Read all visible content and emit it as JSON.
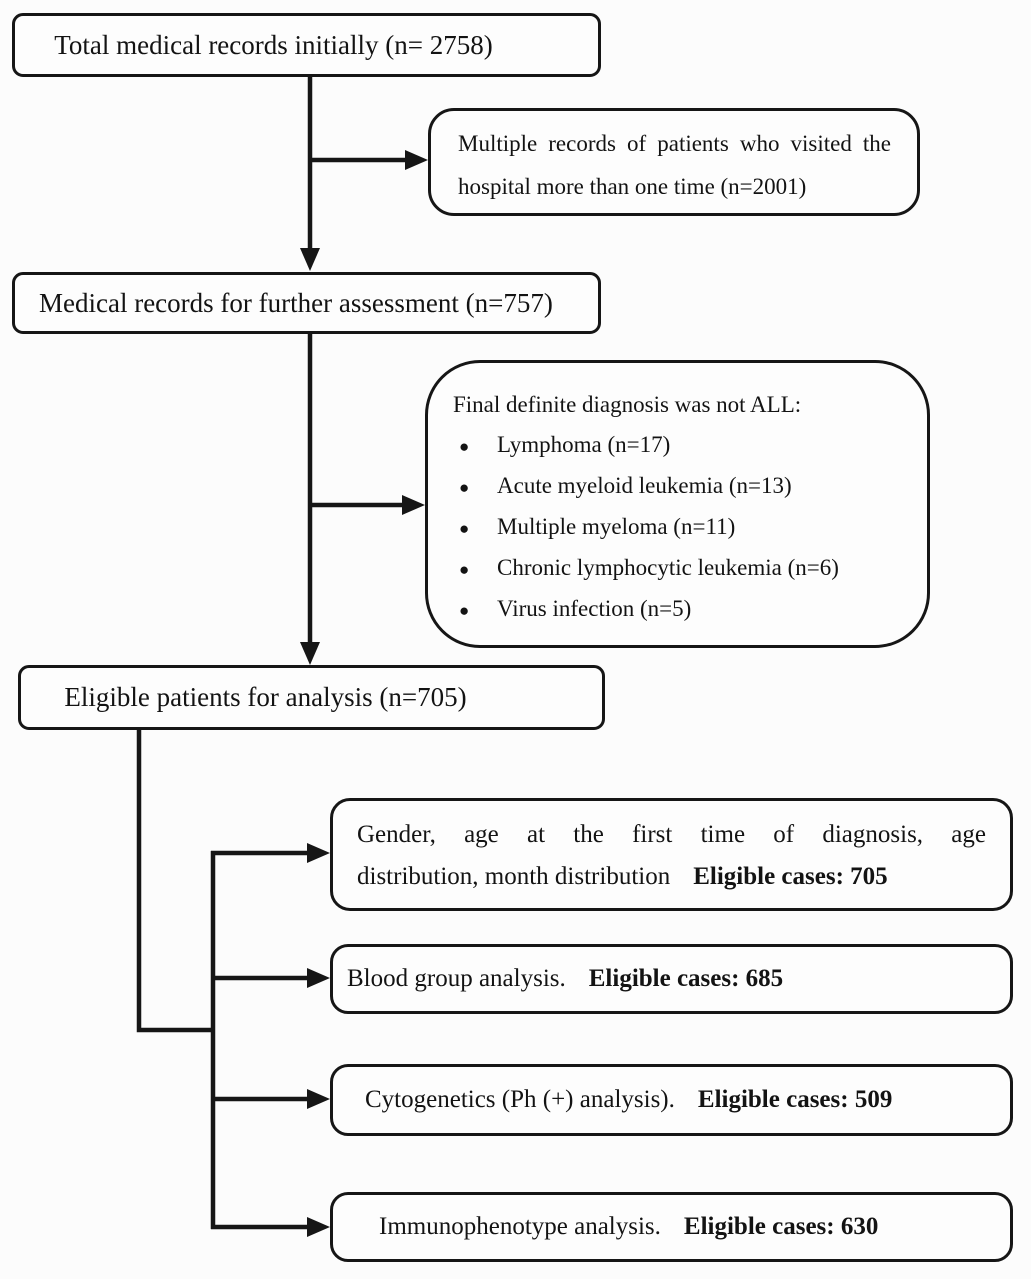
{
  "colors": {
    "background": "#fcfcfc",
    "box_fill": "#fdfdfd",
    "border": "#161616",
    "text": "#131313"
  },
  "flowchart": {
    "main_boxes": {
      "total_records": "Total medical records initially (n= 2758)",
      "further_assessment": "Medical records for further assessment (n=757)",
      "eligible_patients": "Eligible patients for analysis (n=705)"
    },
    "exclusion_boxes": {
      "multiple_records": {
        "line1": "Multiple records of patients who visited the",
        "line2": "hospital more than one time (n=2001)"
      },
      "not_all": {
        "title": "Final definite diagnosis was not ALL:",
        "items": [
          "Lymphoma (n=17)",
          "Acute myeloid leukemia (n=13)",
          "Multiple myeloma (n=11)",
          "Chronic lymphocytic leukemia (n=6)",
          "Virus infection (n=5)"
        ]
      }
    },
    "analysis_boxes": [
      {
        "line1": "Gender, age at the first time of diagnosis, age",
        "line2": "distribution, month distribution",
        "eligible": "Eligible cases: 705"
      },
      {
        "text": "Blood group analysis.",
        "eligible": "Eligible cases: 685"
      },
      {
        "text": "Cytogenetics (Ph (+) analysis).",
        "eligible": "Eligible cases: 509"
      },
      {
        "text": "Immunophenotype analysis.",
        "eligible": "Eligible cases: 630"
      }
    ]
  }
}
